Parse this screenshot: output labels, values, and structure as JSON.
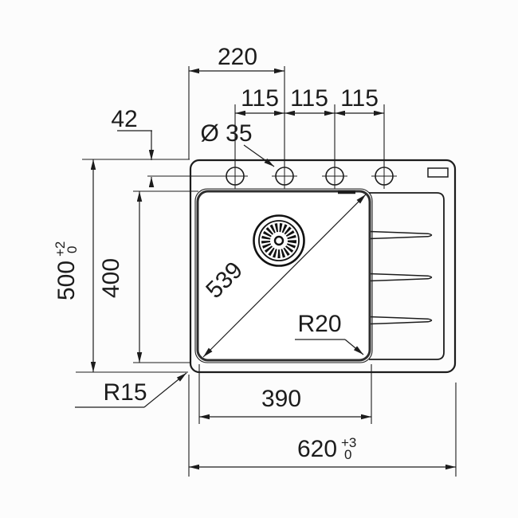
{
  "colors": {
    "line": "#1c1c1c",
    "background": "#fcfcfc"
  },
  "drawing": {
    "labels": {
      "width_220": "220",
      "spacing_115": [
        "115",
        "115",
        "115"
      ],
      "offset_42": "42",
      "hole_diameter": "Ø 35",
      "height_500": {
        "value": "500",
        "tol_upper": "+2",
        "tol_lower": "0"
      },
      "bowl_depth_400": "400",
      "diagonal_539": "539",
      "bowl_corner_radius": "R20",
      "outer_corner_radius": "R15",
      "bowl_width_390": "390",
      "width_620": {
        "value": "620",
        "tol_upper": "+3",
        "tol_lower": "0"
      }
    }
  }
}
